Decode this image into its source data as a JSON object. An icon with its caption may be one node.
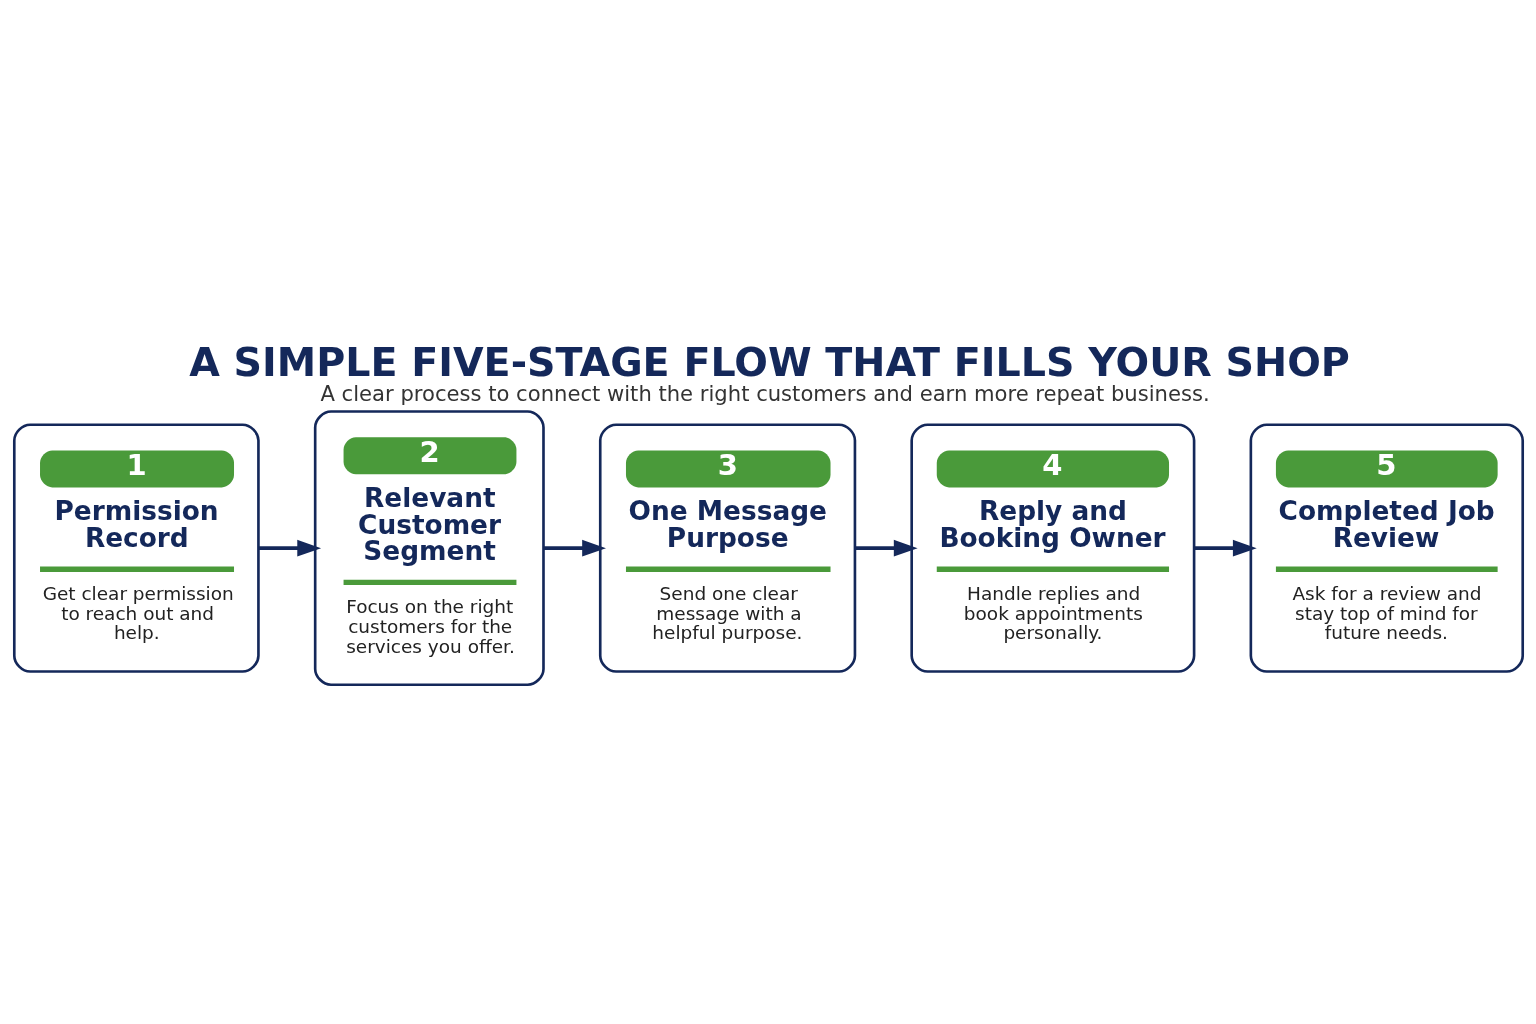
{
  "diagram": {
    "title": "A SIMPLE FIVE-STAGE FLOW THAT FILLS YOUR SHOP",
    "caption": "A clear process to connect with the right customers and earn more repeat business.",
    "nodes": [
      {
        "text": [
          "1",
          "Permission Record",
          "Get clear permission to reach out and help."
        ]
      },
      {
        "text": [
          "2",
          "Relevant Customer Segment",
          "Focus on the right customers for the services you offer."
        ]
      },
      {
        "text": [
          "3",
          "One Message Purpose",
          "Send one clear message with a helpful purpose."
        ]
      },
      {
        "text": [
          "4",
          "Reply and Booking Owner",
          "Handle replies and book appointments personally."
        ]
      },
      {
        "text": [
          "5",
          "Completed Job Review",
          "Ask for a review and stay top of mind for future needs."
        ]
      }
    ],
    "edges": [
      {
        "from": 0,
        "to": 1,
        "arrow": "to"
      },
      {
        "from": 1,
        "to": 2,
        "arrow": "to"
      },
      {
        "from": 2,
        "to": 3,
        "arrow": "to"
      },
      {
        "from": 3,
        "to": 4,
        "arrow": "to"
      }
    ]
  }
}
